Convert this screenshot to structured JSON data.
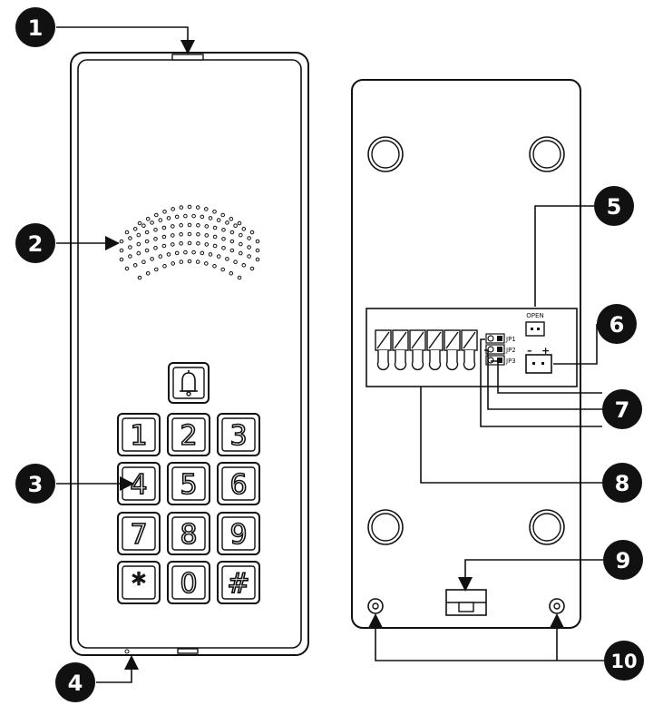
{
  "front": {
    "keys": [
      "1",
      "2",
      "3",
      "4",
      "5",
      "6",
      "7",
      "8",
      "9",
      "*",
      "0",
      "#"
    ],
    "bell_icon": "bell-icon"
  },
  "back": {
    "open_label": "OPEN",
    "minus_label": "–",
    "plus_label": "+",
    "jumpers": [
      "JP1",
      "JP2",
      "JP3"
    ]
  },
  "callouts": [
    "1",
    "2",
    "3",
    "4",
    "5",
    "6",
    "7",
    "8",
    "9",
    "10"
  ],
  "colors": {
    "ink": "#111111",
    "paper": "#ffffff"
  }
}
